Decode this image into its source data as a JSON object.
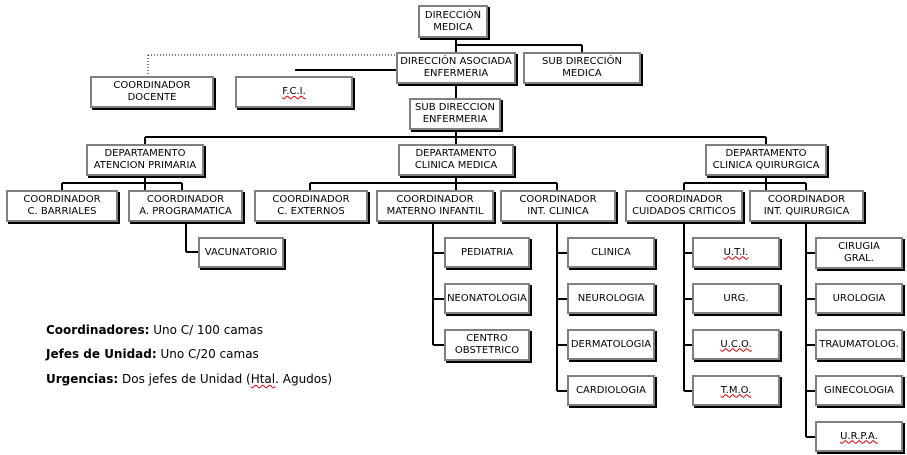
{
  "nodes": {
    "direccion_medica": [
      "DIRECCIÓN",
      "MEDICA"
    ],
    "coordinador_docente": [
      "COORDINADOR",
      "DOCENTE"
    ],
    "fci": [
      "F.C.I."
    ],
    "direccion_asociada_enfermeria": [
      "DIRECCIÓN ASOCIADA",
      "ENFERMERIA"
    ],
    "sub_direccion_medica": [
      "SUB DIRECCIÓN",
      "MEDICA"
    ],
    "sub_direccion_enfermeria": [
      "SUB DIRECCION",
      "ENFERMERIA"
    ],
    "depto_atencion_primaria": [
      "DEPARTAMENTO",
      "ATENCION PRIMARIA"
    ],
    "depto_clinica_medica": [
      "DEPARTAMENTO",
      "CLINICA MEDICA"
    ],
    "depto_clinica_quirurgica": [
      "DEPARTAMENTO",
      "CLINICA QUIRURGICA"
    ],
    "coord_barriales": [
      "COORDINADOR",
      "C. BARRIALES"
    ],
    "coord_programatica": [
      "COORDINADOR",
      "A. PROGRAMATICA"
    ],
    "vacunatorio": [
      "VACUNATORIO"
    ],
    "coord_externos": [
      "COORDINADOR",
      "C. EXTERNOS"
    ],
    "coord_materno": [
      "COORDINADOR",
      "MATERNO INFANTIL"
    ],
    "coord_int_clinica": [
      "COORDINADOR",
      "INT. CLINICA"
    ],
    "coord_cuidados": [
      "COORDINADOR",
      "CUIDADOS CRITICOS"
    ],
    "coord_int_quirurgica": [
      "COORDINADOR",
      "INT. QUIRURGICA"
    ],
    "pediatria": [
      "PEDIATRIA"
    ],
    "neonatologia": [
      "NEONATOLOGIA"
    ],
    "centro_obstetrico": [
      "CENTRO",
      "OBSTETRICO"
    ],
    "clinica": [
      "CLINICA"
    ],
    "neurologia": [
      "NEUROLOGIA"
    ],
    "dermatologia": [
      "DERMATOLOGIA"
    ],
    "cardiologia": [
      "CARDIOLOGIA"
    ],
    "uti": [
      "U.T.I."
    ],
    "urg": [
      "URG."
    ],
    "uco": [
      "U.C.O."
    ],
    "tmo": [
      "T.M.O."
    ],
    "cirugia_gral": [
      "CIRUGIA",
      "GRAL."
    ],
    "urologia": [
      "UROLOGIA"
    ],
    "traumatolog": [
      "TRAUMATOLOG."
    ],
    "ginecologia": [
      "GINECOLOGIA"
    ],
    "urpa": [
      "U.R.P.A."
    ]
  },
  "legend": [
    {
      "label": "Coordinadores:",
      "value": "Uno C/ 100 camas"
    },
    {
      "label": "Jefes de Unidad:",
      "value": "Uno C/20 camas"
    },
    {
      "label": "Urgencias:",
      "value_before": "Dos jefes de Unidad (",
      "value_marked": "Htal",
      "value_after": ". Agudos)"
    }
  ],
  "colors": {
    "box_border": "#808080",
    "box_shadow": "#000000",
    "connector": "#000000",
    "spell_mark": "#cc0000"
  }
}
